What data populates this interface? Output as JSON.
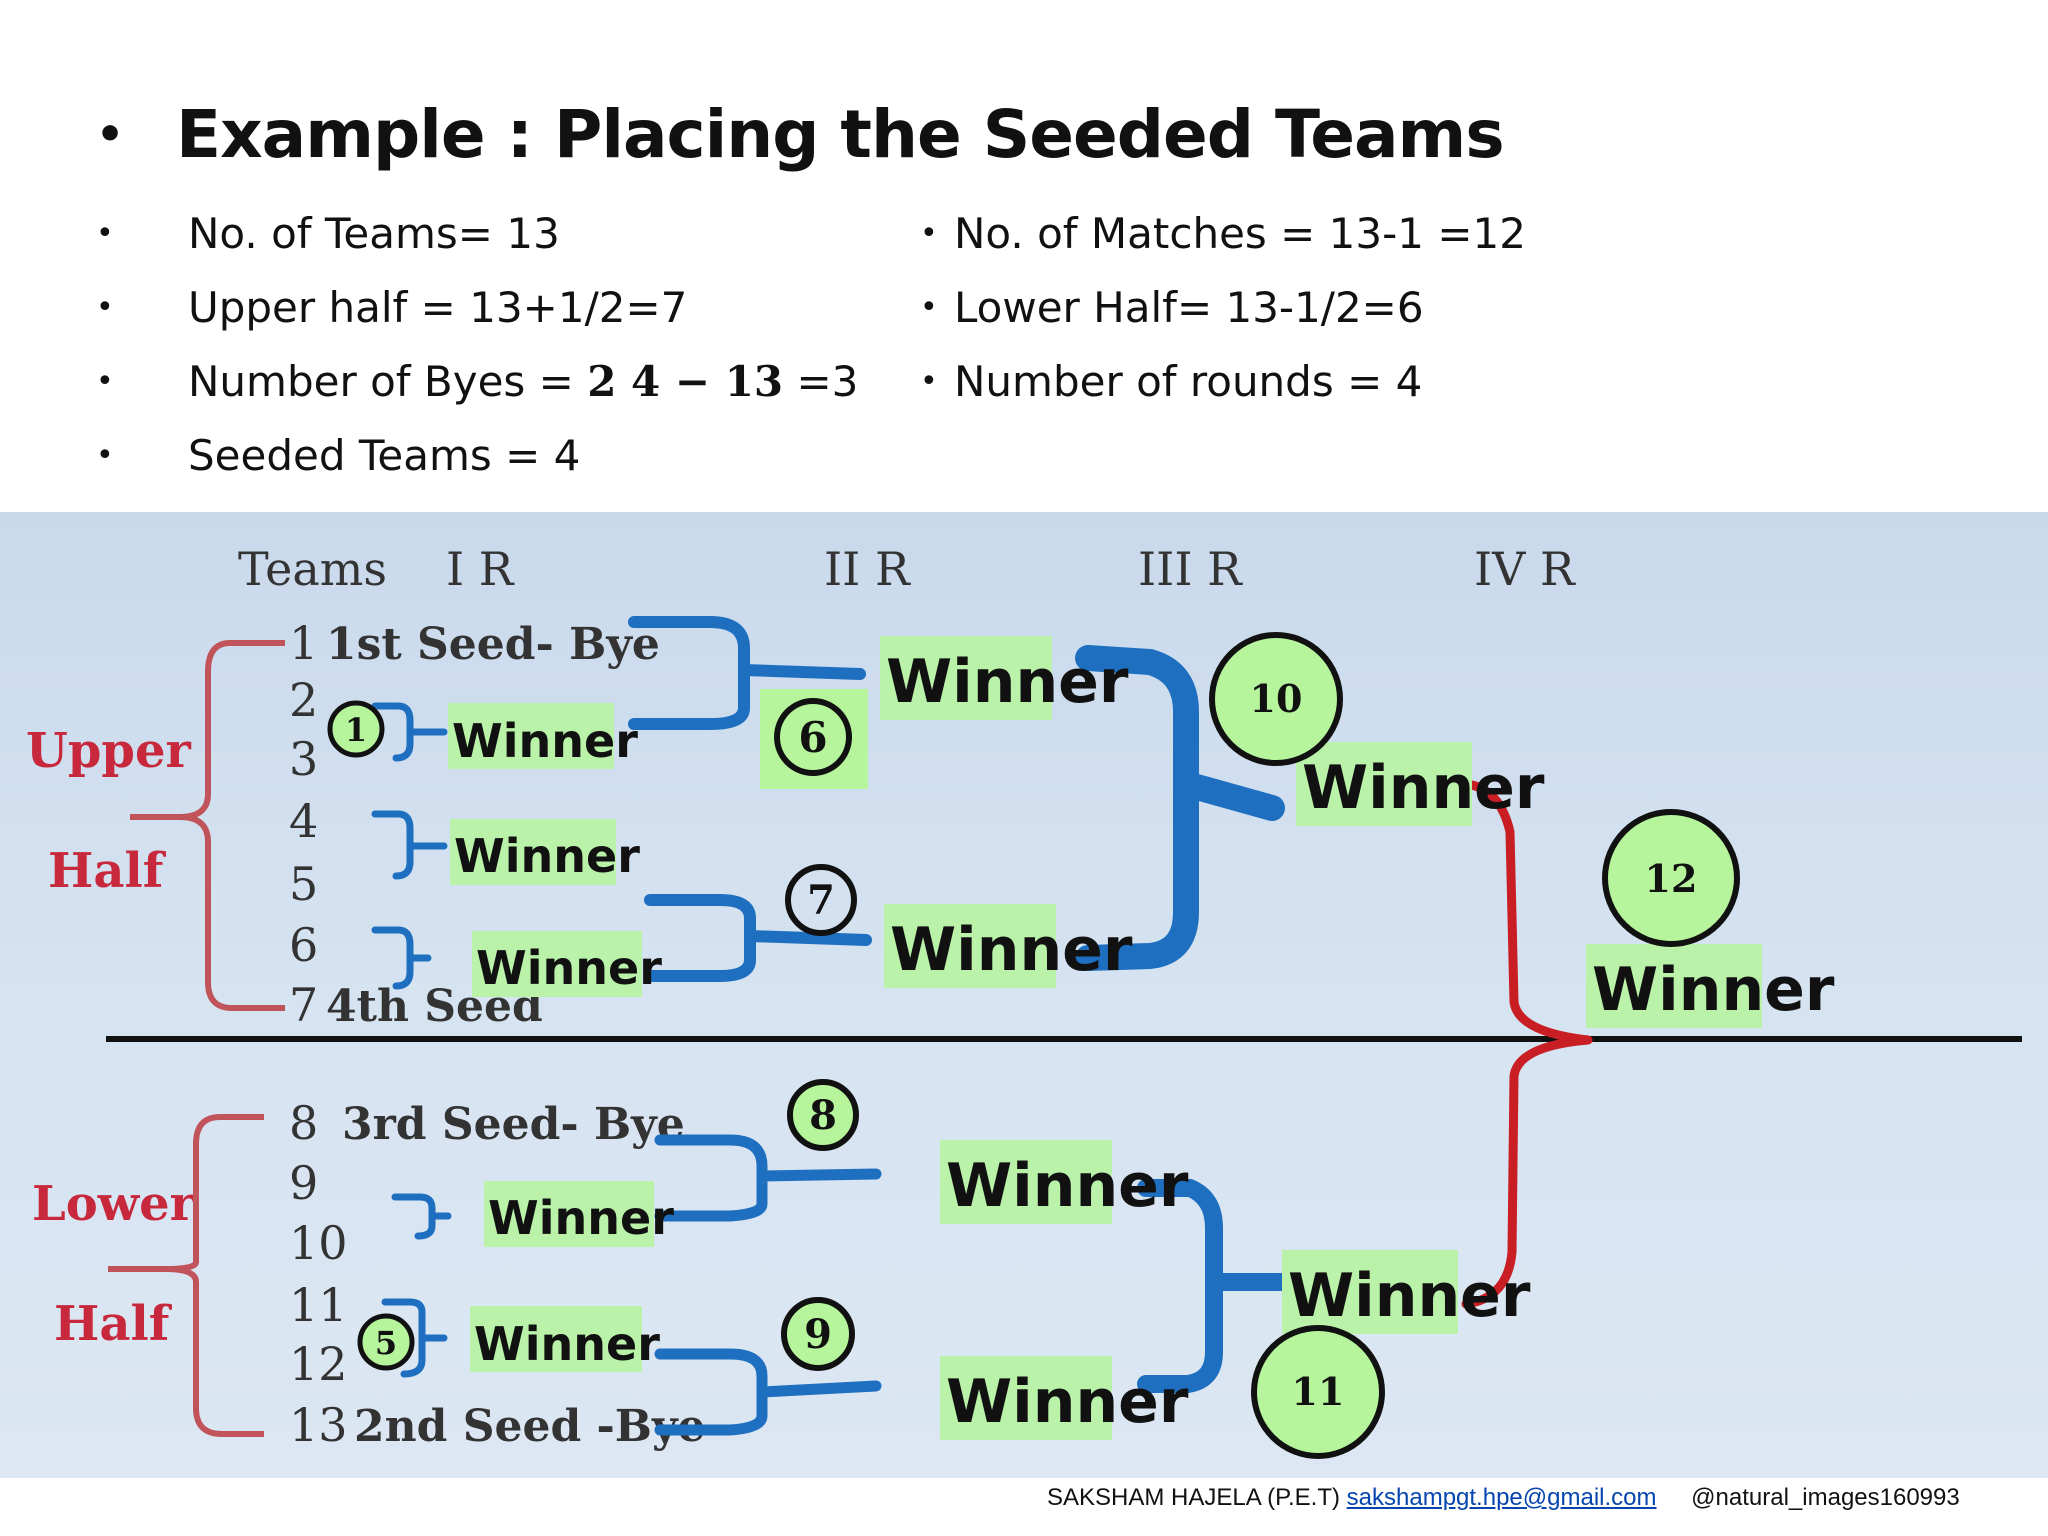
{
  "slide": {
    "title": "Example : Placing the Seeded Teams",
    "title_bullet": "•",
    "bullet": "•",
    "left_facts": [
      {
        "text": "No. of Teams= 13"
      },
      {
        "text": "Upper half = 13+1/2=7"
      },
      {
        "prefix": "Number of Byes = ",
        "math": "2 4 − 13",
        "suffix": " =3"
      },
      {
        "text": "Seeded Teams = 4"
      }
    ],
    "right_facts": [
      {
        "text": "No. of Matches = 13-1 =12"
      },
      {
        "text": "Lower Half= 13-1/2=6"
      },
      {
        "text": "Number of rounds = 4"
      }
    ]
  },
  "bracket": {
    "headers": {
      "teams": "Teams",
      "r1": "I R",
      "r2": "II R",
      "r3": "III R",
      "r4": "IV R"
    },
    "halves": {
      "upper_1": "Upper",
      "upper_2": "Half",
      "lower_1": "Lower",
      "lower_2": "Half"
    },
    "teams": [
      {
        "num": "1",
        "note": "1st Seed- Bye"
      },
      {
        "num": "2"
      },
      {
        "num": "3"
      },
      {
        "num": "4"
      },
      {
        "num": "5"
      },
      {
        "num": "6"
      },
      {
        "num": "7",
        "note": "4th Seed"
      },
      {
        "num": "8",
        "note": "3rd Seed- Bye"
      },
      {
        "num": "9"
      },
      {
        "num": "10"
      },
      {
        "num": "11"
      },
      {
        "num": "12"
      },
      {
        "num": "13",
        "note": "2nd Seed -Bye"
      }
    ],
    "winner_label": "Winner",
    "match_numbers": [
      "1",
      "5",
      "6",
      "7",
      "8",
      "9",
      "10",
      "11",
      "12"
    ]
  },
  "footer": {
    "author": "SAKSHAM HAJELA (P.E.T)",
    "email": "sakshampgt.hpe@gmail.com",
    "handle": "@natural_images160993"
  },
  "colors": {
    "bracket_blue": "#1f6fc0",
    "bracket_red": "#c0262c",
    "half_label": "#c8283c",
    "winner_bg": "#b9f2a8",
    "match_circle_bg": "#b6f59b"
  }
}
